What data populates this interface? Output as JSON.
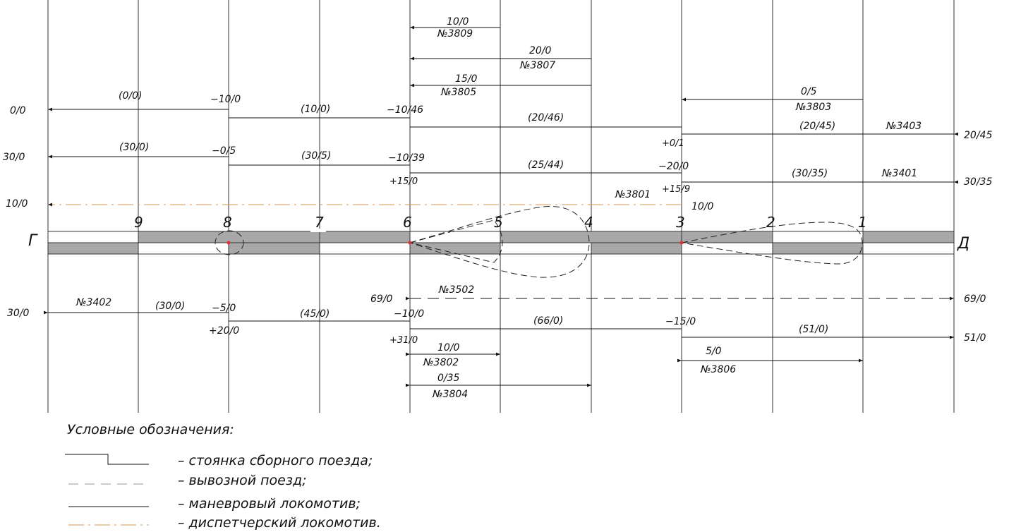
{
  "station_labels": [
    "9",
    "8",
    "7",
    "6",
    "5",
    "4",
    "3",
    "2",
    "1"
  ],
  "end_labels": {
    "left": "Г",
    "right": "Д"
  },
  "left_values": [
    "0/0",
    "30/0",
    "10/0",
    "30/0"
  ],
  "right_values": [
    "20/45",
    "30/35",
    "69/0",
    "51/0"
  ],
  "top_labels": {
    "t3809_top": "10/0",
    "t3809_bot": "№3809",
    "t3807_top": "20/0",
    "t3807_bot": "№3807",
    "t3805_top": "15/0",
    "t3805_bot": "№3805",
    "t3803_top": "0/5",
    "t3803_bot": "№3803",
    "a_l1": "(0/0)",
    "a_n1": "−10/0",
    "a_l2": "(10/0)",
    "a_n2": "−10/46",
    "a_l3": "(20/46)",
    "a_l4": "(20/45)",
    "a_3403": "№3403",
    "b_n0": "+0/1",
    "b_l1": "(30/0)",
    "b_n1": "−0/5",
    "b_l2": "(30/5)",
    "b_n2": "−10/39",
    "b_l3": "(25/44)",
    "b_n3": "−20/0",
    "b_l4": "(30/35)",
    "b_3401": "№3401",
    "c_n1": "+15/0",
    "c_n2": "+15/9",
    "c_3801": "№3801",
    "c_n3": "10/0"
  },
  "bottom_labels": {
    "d_3402": "№3402",
    "d_l1": "(30/0)",
    "d_n1": "−5/0",
    "d_n2": "+20/0",
    "d_l2": "(45/0)",
    "d_n3": "−10/0",
    "d_69": "69/0",
    "d_3502": "№3502",
    "d_n4": "+31/0",
    "d_l3": "(66/0)",
    "d_n5": "−15/0",
    "d_l4": "(51/0)",
    "t3802_top": "10/0",
    "t3802_bot": "№3802",
    "t3804_top": "0/35",
    "t3804_bot": "№3804",
    "t3806_top": "5/0",
    "t3806_bot": "№3806"
  },
  "legend": {
    "title": "Условные обозначения:",
    "items": [
      "– стоянка сборного поезда;",
      "– вывозной поезд;",
      "– маневровый локомотив;",
      "– диспетчерский локомотив."
    ]
  },
  "colors": {
    "dispatcher": "#d89a50",
    "track_fill": "#a8a8a8",
    "line": "#111111",
    "grid": "#333333",
    "point": "#e03030"
  }
}
